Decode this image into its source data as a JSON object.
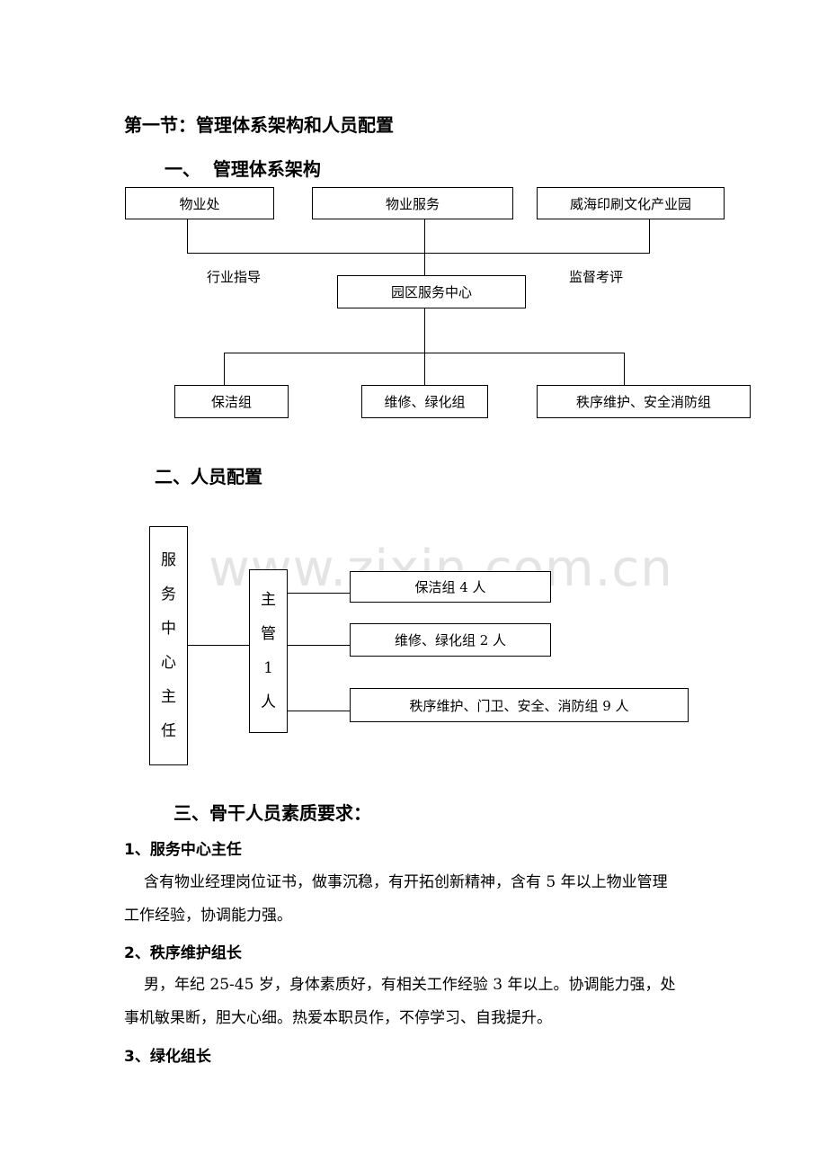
{
  "watermark": "www.zixin.com.cn",
  "section": {
    "title": "第一节：管理体系架构和人员配置",
    "sub1": "一、  管理体系架构",
    "sub2": "二、人员配置",
    "sub3": "三、骨干人员素质要求："
  },
  "org_chart": {
    "top": [
      "物业处",
      "物业服务",
      "威海印刷文化产业园"
    ],
    "left_label": "行业指导",
    "right_label": "监督考评",
    "center": "园区服务中心",
    "groups": [
      "保洁组",
      "维修、绿化组",
      "秩序维护、安全消防组"
    ]
  },
  "staff_chart": {
    "director": [
      "服",
      "务",
      "中",
      "心",
      "主",
      "任"
    ],
    "manager": [
      "主",
      "管",
      "1",
      "人"
    ],
    "teams": [
      "保洁组 4 人",
      "维修、绿化组 2 人",
      "秩序维护、门卫、安全、消防组 9 人"
    ]
  },
  "requirements": [
    {
      "heading": "1、服务中心主任",
      "line1": "含有物业经理岗位证书，做事沉稳，有开拓创新精神，含有 5 年以上物业管理",
      "line2": "工作经验，协调能力强。"
    },
    {
      "heading": "2、秩序维护组长",
      "line1": "男，年纪 25-45 岁，身体素质好，有相关工作经验 3 年以上。协调能力强，处",
      "line2": "事机敏果断，胆大心细。热爱本职员作，不停学习、自我提升。"
    },
    {
      "heading": "3、绿化组长"
    }
  ]
}
